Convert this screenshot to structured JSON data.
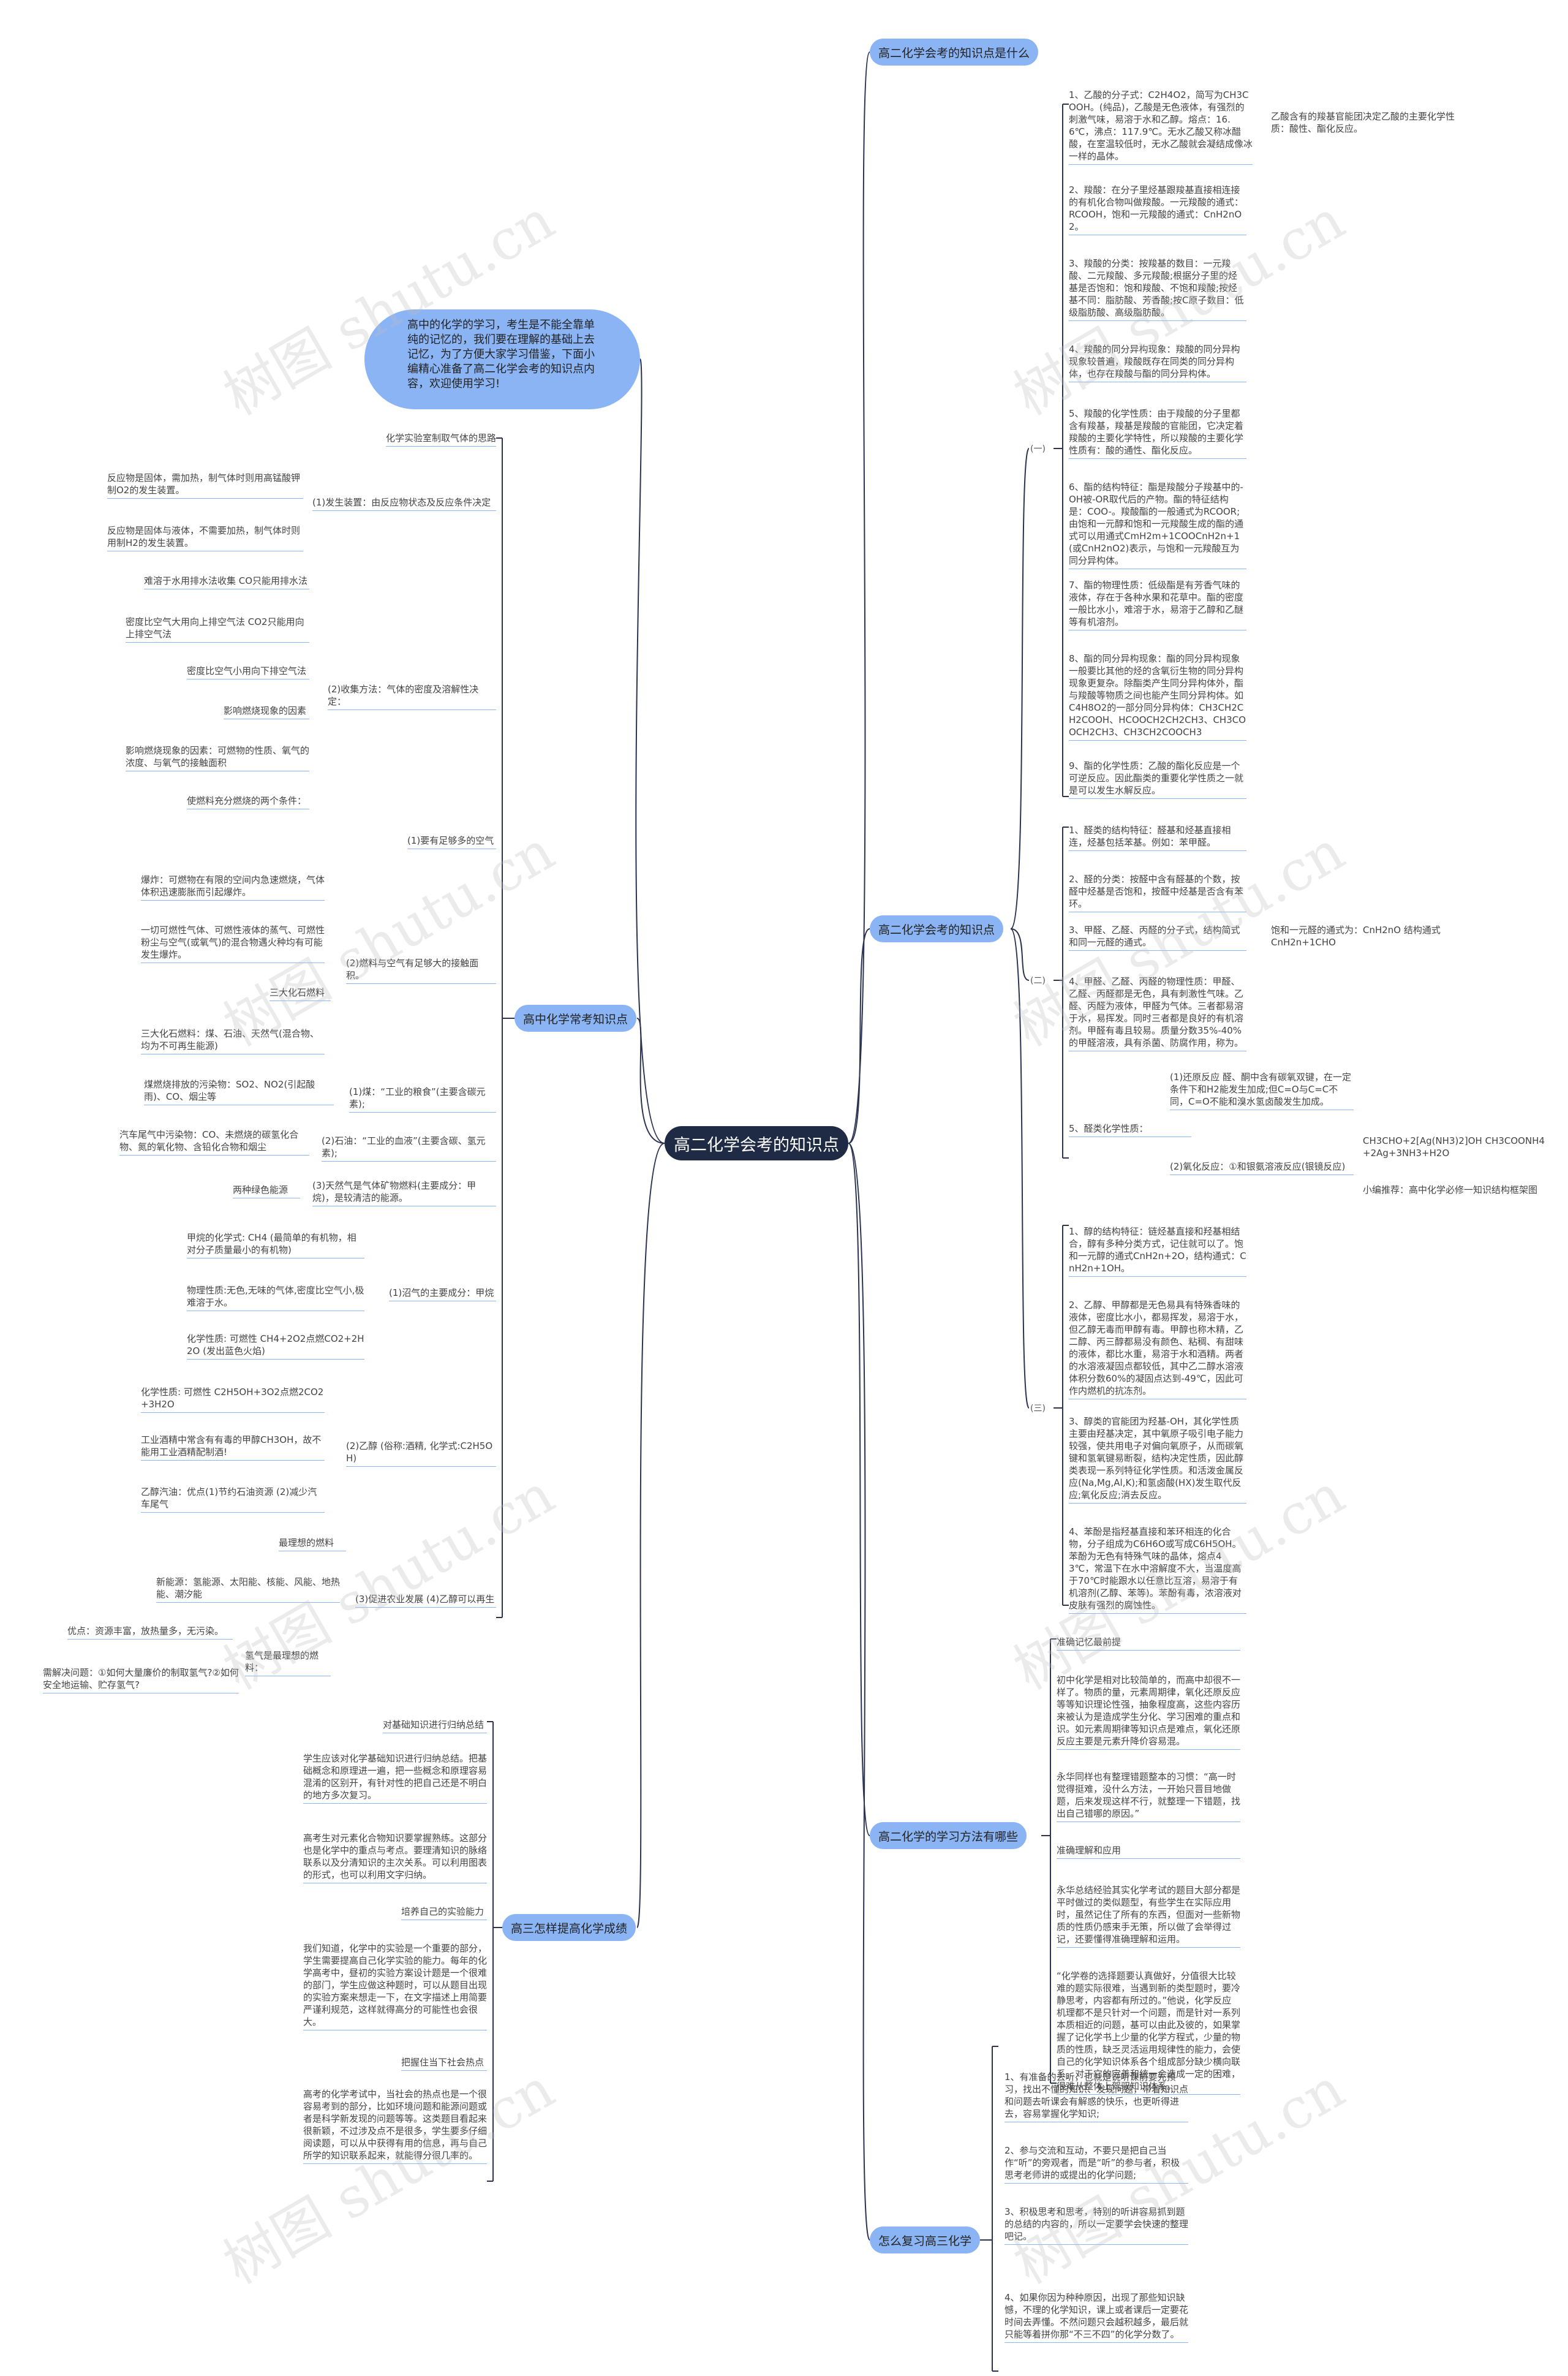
{
  "root": "高二化学会考的知识点",
  "intro": "高中的化学的学习，考生是不能全靠单纯的记忆的，我们要在理解的基础上去记忆，为了方便大家学习借鉴，下面小编精心准备了高二化学会考的知识点内容，欢迎使用学习!",
  "branches": {
    "b1": "高二化学会考的知识点是什么",
    "b2": "高二化学会考的知识点",
    "b3": "高二化学的学习方法有哪些",
    "b4": "怎么复习高三化学",
    "b5": "高中化学常考知识点",
    "b6": "高三怎样提高化学成绩"
  },
  "markers": {
    "m1": "(一)",
    "m2": "(二)",
    "m3": "(三)"
  },
  "right": {
    "s1": [
      "1、乙酸的分子式：C2H4O2，简写为CH3COOH。(纯品)，乙酸是无色液体，有强烈的刺激气味，易溶于水和乙醇。熔点：16.6℃，沸点：117.9℃。无水乙酸又称冰醋酸，在室温较低时，无水乙酸就会凝结成像冰一样的晶体。",
      "2、羧酸：在分子里烃基跟羧基直接相连接的有机化合物叫做羧酸。一元羧酸的通式：RCOOH，饱和一元羧酸的通式：CnH2nO2。",
      "3、羧酸的分类：按羧基的数目：一元羧酸、二元羧酸、多元羧酸;根据分子里的烃基是否饱和：饱和羧酸、不饱和羧酸;按烃基不同：脂肪酸、芳香酸;按C原子数目：低级脂肪酸、高级脂肪酸。",
      "4、羧酸的同分异构现象：羧酸的同分异构现象较普遍，羧酸既存在同类的同分异构体，也存在羧酸与酯的同分异构体。",
      "5、羧酸的化学性质：由于羧酸的分子里都含有羧基，羧基是羧酸的官能团，它决定着羧酸的主要化学特性，所以羧酸的主要化学性质有：酸的通性、酯化反应。",
      "6、酯的结构特征：酯是羧酸分子羧基中的-OH被-OR取代后的产物。酯的特征结构是：COO-。羧酸酯的一般通式为RCOOR;由饱和一元醇和饱和一元羧酸生成的酯的通式可以用通式CmH2m+1COOCnH2n+1(或CnH2nO2)表示，与饱和一元羧酸互为同分异构体。",
      "7、酯的物理性质：低级酯是有芳香气味的液体，存在于各种水果和花草中。酯的密度一般比水小，难溶于水，易溶于乙醇和乙醚等有机溶剂。",
      "8、酯的同分异构现象：酯的同分异构现象一般要比其他的烃的含氧衍生物的同分异构现象更复杂。除酯类产生同分异构体外，酯与羧酸等物质之间也能产生同分异构体。如C4H8O2的一部分同分异构体：CH3CH2CH2COOH、HCOOCH2CH2CH3、CH3COOCH2CH3、CH3CH2COOCH3",
      "9、酯的化学性质：乙酸的酯化反应是一个可逆反应。因此酯类的重要化学性质之一就是可以发生水解反应。"
    ],
    "s1_note": "乙酸含有的羧基官能团决定乙酸的主要化学性质：酸性、酯化反应。",
    "s2": [
      "1、醛类的结构特征：醛基和烃基直接相连，烃基包括苯基。例如：苯甲醛。",
      "2、醛的分类：按醛中含有醛基的个数，按醛中烃基是否饱和，按醛中烃基是否含有苯环。",
      "3、甲醛、乙醛、丙醛的分子式，结构简式和同一元醛的通式。",
      "4、甲醛、乙醛、丙醛的物理性质：甲醛、乙醛、丙醛都是无色，具有刺激性气味。乙醛、丙醛为液体，甲醛为气体。三者都易溶于水，易挥发。同时三者都是良好的有机溶剂。甲醛有毒且较易。质量分数35%-40%的甲醛溶液，具有杀菌、防腐作用，称为。",
      "5、醛类化学性质："
    ],
    "s2_note": "饱和一元醛的通式为：CnH2nO 结构通式CnH2n+1CHO",
    "s2_chem1": "(1)还原反应 醛、酮中含有碳氧双键，在一定条件下和H2能发生加成;但C=O与C=C不同，C=O不能和溴水氢卤酸发生加成。",
    "s2_chem2": "(2)氧化反应：①和银氨溶液反应(银镜反应)",
    "s2_eq": "CH3CHO+2[Ag(NH3)2]OH CH3COONH4+2Ag+3NH3+H2O",
    "s2_tip": "小编推荐：高中化学必修一知识结构框架图",
    "s3": [
      "1、醇的结构特征：链烃基直接和羟基相结合，醇有多种分类方式，记住就可以了。饱和一元醇的通式CnH2n+2O，结构通式：CnH2n+1OH。",
      "2、乙醇、甲醇都是无色易具有特殊香味的液体，密度比水小，都易挥发，易溶于水，但乙醇无毒而甲醇有毒。甲醇也称木精，乙二醇、丙三醇都易没有颜色、粘稠、有甜味的液体，都比水重，易溶于水和酒精。两者的水溶液凝固点都较低，其中乙二醇水溶液体积分数60%的凝固点达到-49℃，因此可作内燃机的抗冻剂。",
      "3、醇类的官能团为羟基-OH，其化学性质主要由羟基决定，其中氧原子吸引电子能力较强，使共用电子对偏向氧原子，从而碳氧键和氢氧键易断裂，结构决定性质，因此醇类表现一系列特征化学性质。和活泼金属反应(Na,Mg,Al,K);和氢卤酸(HX)发生取代反应;氧化反应;消去反应。",
      "4、苯酚是指羟基直接和苯环相连的化合物，分子组成为C6H6O或写成C6H5OH。苯酚为无色有特殊气味的晶体，熔点43℃，常温下在水中溶解度不大，当温度高于70℃时能跟水以任意比互溶，易溶于有机溶剂(乙醇、苯等)。苯酚有毒，浓溶液对皮肤有强烈的腐蚀性。"
    ],
    "s4_head": "准确记忆最前提",
    "s4": [
      "初中化学是相对比较简单的，而高中却很不一样了。物质的量，元素周期律，氧化还原反应等等知识理论性强，抽象程度高，这些内容历来被认为是造成学生分化、学习困难的重点和识。如元素周期律等知识点是难点，氧化还原反应主要是元素升降价容易混。",
      "永华同样也有整理错题整本的习惯：“高一时觉得挺难，没什么方法，一开始只晋目地做题，后来发现这样不行，就整理一下错题，找出自己错哪的原因。”",
      "准确理解和应用",
      "永华总结经验其实化学考试的题目大部分都是平时做过的类似题型，有些学生在实际应用时，虽然记住了所有的东西，但面对一些新物质的性质仍感束手无策，所以做了会举得过记，还要懂得准确理解和运用。",
      "“化学卷的选择题要认真做好，分值很大比较难的题实际很难，当遇到新的类型题时，要冷静思考，内容都有所过的。”他说，化学反应机理都不是只针对一个问题，而是针对一系列本质相近的问题，基可以由此及彼的，如果掌握了记化学书上少量的化学方程式，少量的物质的性质，缺乏灵活运用规律性的能力，会使自己的化学知识体系各个组成部分缺少横向联系，对于它的完善和统一会造成一定的困难，很难从整体上驾驭知识体系。"
    ],
    "s5": [
      "1、有准备的去听，也就是说听课前要先预习，找出不懂的知识、发现问题，带着知识点和问题去听课会有解惑的快乐，也更听得进去，容易掌握化学知识;",
      "2、参与交流和互动，不要只是把自己当作“听”的旁观者，而是“听”的参与者，积极思考老师讲的或提出的化学问题;",
      "3、积极思考和思考，特别的听讲容易抓到题的总结的内容的，所以一定要学会快速的整理吧记。",
      "4、如果你因为种种原因，出现了那些知识缺憾，不理的化学知识，课上或者课后一定要花时间去弄懂。不然问题只会越积越多，最后就只能等着拼你那“不三不四”的化学分数了。"
    ]
  },
  "left": {
    "b5_items": [
      "化学实验室制取气体的思路",
      "(1)发生装置：由反应物状态及反应条件决定",
      "反应物是固体，需加热，制气体时则用高锰酸钾制O2的发生装置。",
      "反应物是固体与液体，不需要加热，制气体时则用制H2的发生装置。",
      "(2)收集方法：气体的密度及溶解性决定：",
      "难溶于水用排水法收集 CO只能用排水法",
      "密度比空气大用向上排空气法 CO2只能用向上排空气法",
      "密度比空气小用向下排空气法",
      "影响燃烧现象的因素",
      "影响燃烧现象的因素：可燃物的性质、氧气的浓度、与氧气的接触面积",
      "使燃料充分燃烧的两个条件：",
      "(1)要有足够多的空气",
      "爆炸：可燃物在有限的空间内急速燃烧，气体体积迅速膨胀而引起爆炸。",
      "(2)燃料与空气有足够大的接触面积。",
      "一切可燃性气体、可燃性液体的蒸气、可燃性粉尘与空气(或氧气)的混合物遇火种均有可能发生爆炸。",
      "三大化石燃料",
      "三大化石燃料：煤、石油、天然气(混合物、均为不可再生能源)",
      "(1)煤：“工业的粮食”(主要含碳元素);",
      "煤燃烧排放的污染物：SO2、NO2(引起酸雨)、CO、烟尘等",
      "(2)石油：“工业的血液”(主要含碳、氢元素);",
      "汽车尾气中污染物：CO、未燃烧的碳氢化合物、氮的氧化物、含铅化合物和烟尘",
      "(3)天然气是气体矿物燃料(主要成分：甲烷)，是较清洁的能源。",
      "两种绿色能源",
      "(1)沼气的主要成分：甲烷",
      "甲烷的化学式: CH4 (最简单的有机物，相对分子质量最小的有机物)",
      "物理性质:无色,无味的气体,密度比空气小,极难溶于水。",
      "化学性质: 可燃性 CH4+2O2点燃CO2+2H2O (发出蓝色火焰)",
      "(2)乙醇 (俗称:酒精, 化学式:C2H5OH)",
      "化学性质: 可燃性 C2H5OH+3O2点燃2CO2+3H2O",
      "工业酒精中常含有有毒的甲醇CH3OH，故不能用工业酒精配制酒!",
      "乙醇汽油：优点(1)节约石油资源 (2)减少汽车尾气",
      "(3)促进农业发展 (4)乙醇可以再生",
      "最理想的燃料",
      "新能源：氢能源、太阳能、核能、风能、地热能、潮汐能",
      "氢气是最理想的燃料：",
      "优点：资源丰富，放热量多，无污染。",
      "需解决问题：①如何大量廉价的制取氢气?②如何安全地运输、贮存氢气?"
    ],
    "b6_items": [
      "对基础知识进行归纳总结",
      "学生应该对化学基础知识进行归纳总结。把基础概念和原理进一遍，把一些概念和原理容易混淆的区别开，有针对性的把自己还是不明白的地方多次复习。",
      "高考生对元素化合物知识要掌握熟练。这部分也是化学中的重点与考点。要理清知识的脉络联系以及分清知识的主次关系。可以利用图表的形式，也可以利用文字归纳。",
      "培养自己的实验能力",
      "我们知道，化学中的实验是一个重要的部分，学生需要提高自己化学实验的能力。每年的化学高考中，昼初的实验方案设计题是一个很难的部门，学生应做这种题时，可以从题目出现的实验方案来想走一下，在文字描述上用简要严谨利规范，这样就得高分的可能性也会很大。",
      "把握住当下社会热点",
      "高考的化学考试中，当社会的热点也是一个很容易考到的部分，比如环境问题和能源问题或者是科学新发现的问题等等。这类题目看起来很新颖，不过涉及点不是很多，学生要多仔细阅读题，可以从中获得有用的信息，再与自己所学的知识联系起来，就能得分很几率的。"
    ]
  }
}
